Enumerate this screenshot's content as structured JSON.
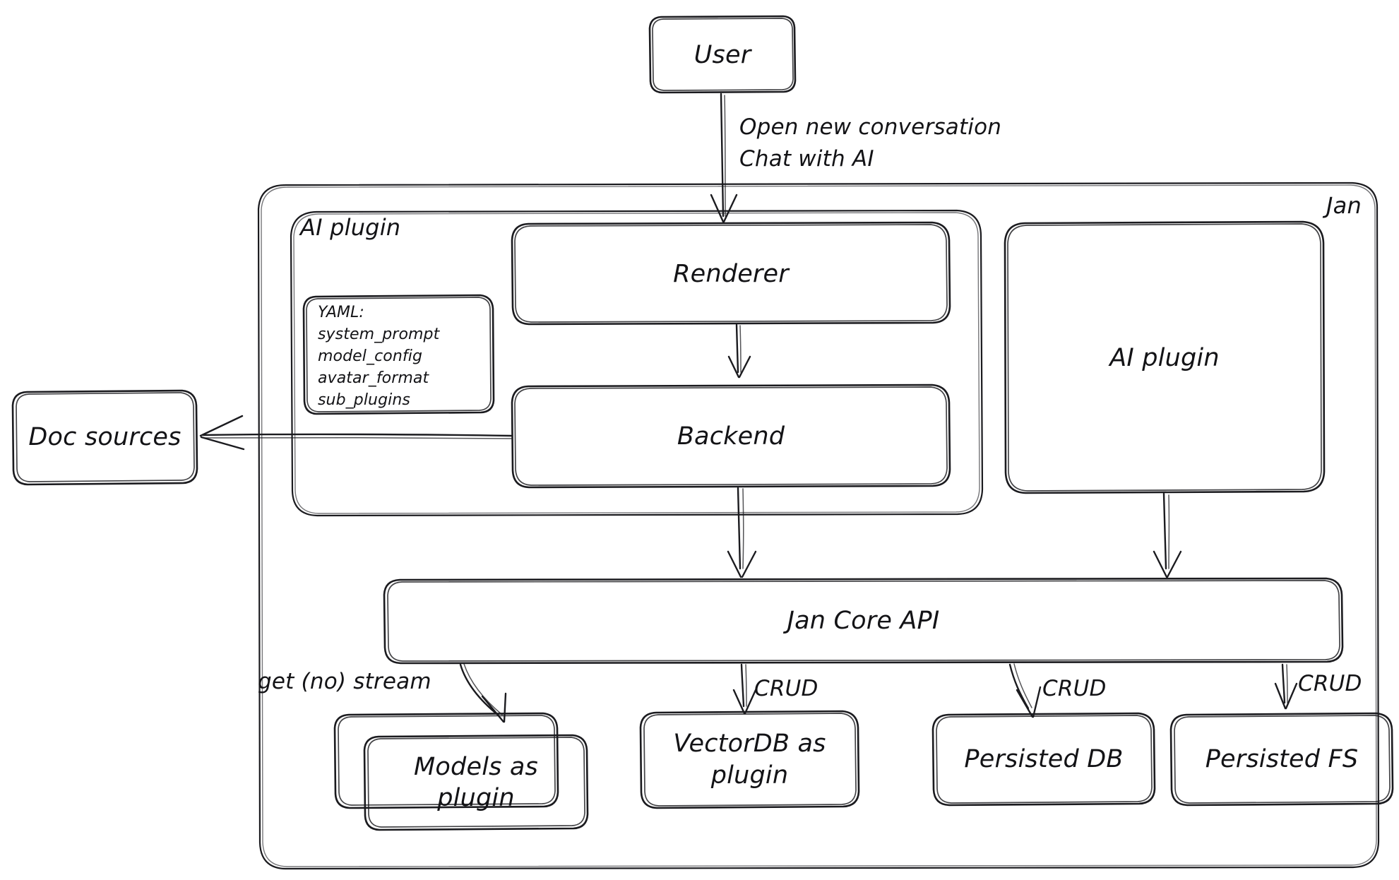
{
  "diagram": {
    "type": "architecture-flowchart",
    "style": "hand-drawn-excalidraw",
    "background": "#ffffff",
    "stroke_color": "#1b1b1f",
    "containers": [
      {
        "id": "jan",
        "label": "Jan",
        "label_position": "top-right"
      },
      {
        "id": "ai-plugin-group",
        "label": "AI plugin",
        "label_position": "top-left"
      }
    ],
    "nodes": [
      {
        "id": "user",
        "label": "User"
      },
      {
        "id": "renderer",
        "label": "Renderer"
      },
      {
        "id": "backend",
        "label": "Backend"
      },
      {
        "id": "ai-plugin",
        "label": "AI plugin"
      },
      {
        "id": "doc-sources",
        "label": "Doc sources"
      },
      {
        "id": "jan-core-api",
        "label": "Jan Core API"
      },
      {
        "id": "models-as-plugin",
        "label": "Models as plugin",
        "shape": "stacked"
      },
      {
        "id": "vectordb-as-plugin",
        "label": "VectorDB as plugin"
      },
      {
        "id": "persisted-db",
        "label": "Persisted DB"
      },
      {
        "id": "persisted-fs",
        "label": "Persisted FS"
      }
    ],
    "yaml_card": {
      "title": "YAML:",
      "keys": [
        "system_prompt",
        "model_config",
        "avatar_format",
        "sub_plugins"
      ]
    },
    "edges": [
      {
        "id": "user-renderer",
        "from": "user",
        "to": "renderer",
        "label": "Open new conversation\nChat with AI"
      },
      {
        "id": "renderer-backend",
        "from": "renderer",
        "to": "backend",
        "label": ""
      },
      {
        "id": "backend-doc-sources",
        "from": "backend",
        "to": "doc-sources",
        "label": ""
      },
      {
        "id": "backend-core",
        "from": "backend",
        "to": "jan-core-api",
        "label": ""
      },
      {
        "id": "aiplugin-core",
        "from": "ai-plugin",
        "to": "jan-core-api",
        "label": ""
      },
      {
        "id": "core-models",
        "from": "jan-core-api",
        "to": "models-as-plugin",
        "label": "get (no) stream"
      },
      {
        "id": "core-vectordb",
        "from": "jan-core-api",
        "to": "vectordb-as-plugin",
        "label": "CRUD"
      },
      {
        "id": "core-persisteddb",
        "from": "jan-core-api",
        "to": "persisted-db",
        "label": "CRUD"
      },
      {
        "id": "core-persistedfs",
        "from": "jan-core-api",
        "to": "persisted-fs",
        "label": "CRUD"
      }
    ]
  },
  "labels": {
    "user": "User",
    "renderer": "Renderer",
    "backend": "Backend",
    "ai_plugin_node": "AI plugin",
    "ai_plugin_group": "AI plugin",
    "jan_group": "Jan",
    "doc_sources": "Doc sources",
    "jan_core_api": "Jan Core API",
    "models_as_plugin_line1": "Models as",
    "models_as_plugin_line2": "plugin",
    "vectordb_line1": "VectorDB as",
    "vectordb_line2": "plugin",
    "persisted_db": "Persisted DB",
    "persisted_fs": "Persisted FS"
  },
  "edge_labels": {
    "user_to_renderer_line1": "Open new conversation",
    "user_to_renderer_line2": "Chat with AI",
    "get_no_stream": "get (no) stream",
    "crud_vectordb": "CRUD",
    "crud_persisted_db": "CRUD",
    "crud_persisted_fs": "CRUD"
  },
  "yaml": {
    "title": "YAML:",
    "line1": "system_prompt",
    "line2": "model_config",
    "line3": "avatar_format",
    "line4": "sub_plugins"
  }
}
